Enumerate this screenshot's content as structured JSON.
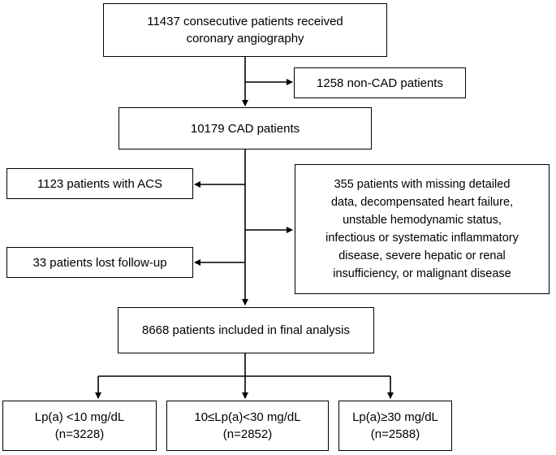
{
  "boxes": {
    "angiography": [
      "11437 consecutive patients received",
      "coronary angiography"
    ],
    "non_cad": [
      "1258 non-CAD patients"
    ],
    "cad": [
      "10179 CAD patients"
    ],
    "acs": [
      "1123 patients with ACS"
    ],
    "excluded": [
      "355 patients with missing detailed",
      "data, decompensated heart failure,",
      "unstable hemodynamic status,",
      "infectious or systematic inflammatory",
      "disease, severe hepatic or renal",
      "insufficiency, or malignant disease"
    ],
    "lost_followup": [
      "33 patients lost follow-up"
    ],
    "final": [
      "8668 patients included in final analysis"
    ],
    "group_low": [
      "Lp(a) <10 mg/dL",
      "(n=3228)"
    ],
    "group_mid": [
      "10≤Lp(a)<30 mg/dL",
      "(n=2852)"
    ],
    "group_high": [
      "Lp(a)≥30 mg/dL",
      "(n=2588)"
    ]
  }
}
